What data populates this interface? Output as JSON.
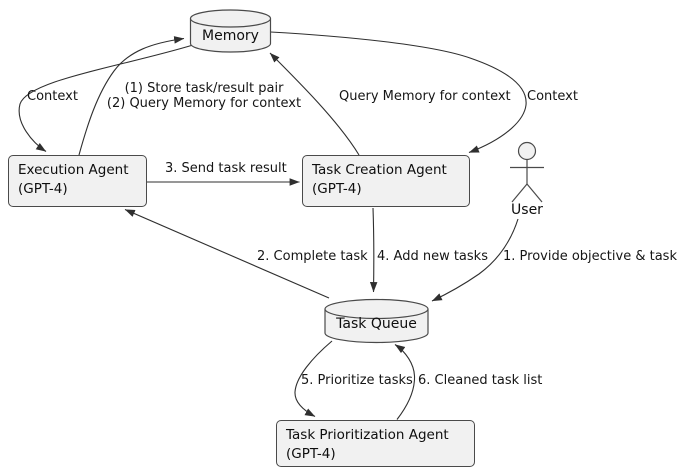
{
  "diagram": {
    "background": "#ffffff",
    "line_color": "#2f2f2f",
    "node_fill": "#f1f1f1",
    "node_border": "#4a4a4a",
    "nodes": {
      "memory": {
        "label": "Memory",
        "shape": "database-cylinder"
      },
      "execution_agent": {
        "name": "Execution Agent",
        "model": "(GPT-4)",
        "shape": "rounded-rect"
      },
      "task_creation_agent": {
        "name": "Task Creation Agent",
        "model": "(GPT-4)",
        "shape": "rounded-rect"
      },
      "user": {
        "label": "User",
        "shape": "actor"
      },
      "task_queue": {
        "label": "Task Queue",
        "shape": "database-cylinder"
      },
      "task_prioritization_agent": {
        "name": "Task Prioritization Agent",
        "model": "(GPT-4)",
        "shape": "rounded-rect"
      }
    },
    "edges": {
      "memory_to_execution": {
        "from": "Memory",
        "to": "Execution Agent",
        "label": "Context"
      },
      "execution_to_memory": {
        "from": "Execution Agent",
        "to": "Memory",
        "label_line1": "(1) Store task/result pair",
        "label_line2": "(2) Query Memory for context"
      },
      "creation_to_memory": {
        "from": "Task Creation Agent",
        "to": "Memory",
        "label": "Query Memory for context"
      },
      "memory_to_creation": {
        "from": "Memory",
        "to": "Task Creation Agent",
        "label": "Context"
      },
      "execution_to_creation": {
        "from": "Execution Agent",
        "to": "Task Creation Agent",
        "label": "3. Send task result"
      },
      "queue_to_execution": {
        "from": "Task Queue",
        "to": "Execution Agent",
        "label": "2. Complete task"
      },
      "creation_to_queue": {
        "from": "Task Creation Agent",
        "to": "Task Queue",
        "label": "4. Add new tasks"
      },
      "user_to_queue": {
        "from": "User",
        "to": "Task Queue",
        "label": "1. Provide objective & task"
      },
      "queue_to_prioritization": {
        "from": "Task Queue",
        "to": "Task Prioritization Agent",
        "label": "5. Prioritize tasks"
      },
      "prioritization_to_queue": {
        "from": "Task Prioritization Agent",
        "to": "Task Queue",
        "label": "6. Cleaned task list"
      }
    }
  }
}
